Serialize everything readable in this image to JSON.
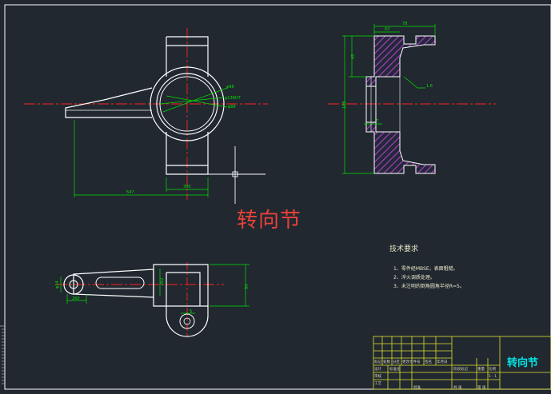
{
  "drawing": {
    "part_name": "转向节",
    "title_block_name": "转向节"
  },
  "tech_requirements": {
    "title": "技术要求",
    "items": [
      "1、零件经MBSE，表面粗糙。",
      "2、淬火调质处理。",
      "3、未注明的倒角圆角半径R=5。"
    ]
  },
  "dimensions": {
    "front_width": "547",
    "front_small": "300",
    "front_hole_1": "φ96",
    "front_hole_2": "φ136H7",
    "front_hole_3": "φ88",
    "side_top_1": "78",
    "side_top_2": "63",
    "side_left_1": "45",
    "side_height": "188",
    "side_small": "7",
    "side_label": "1.6",
    "plan_left": "φ24",
    "plan_under": "260",
    "plan_mid": "262",
    "plan_right": "54",
    "plan_side": "5"
  },
  "title_block": {
    "row_labels": [
      "标记",
      "处数",
      "分区",
      "更改文件号",
      "签名",
      "年月日"
    ],
    "labels": [
      "设计",
      "标准化",
      "阶段标记",
      "重量",
      "比例",
      "审核",
      "工艺",
      "批准",
      "共 张",
      "第 张",
      "1 : 1"
    ]
  },
  "colors": {
    "background": "#212830",
    "border": "#ffffff",
    "part_outline": "#ffffff",
    "center_line": "#ff2020",
    "dimension": "#00e000",
    "hatch": "#b040c0",
    "title_block": "#e0e030",
    "title_name": "#00e5e5",
    "crosshair": "#ffffff"
  }
}
